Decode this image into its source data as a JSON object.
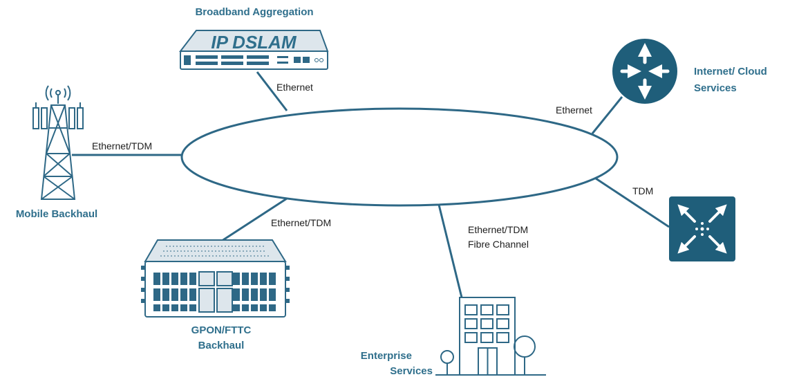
{
  "colors": {
    "primary": "#2f6f8c",
    "line": "#2e6886",
    "text": "#1e1e1e",
    "icon_fill": "#1f5e7a",
    "device_light": "#dde6ec"
  },
  "nodes": {
    "broadband": {
      "title": "Broadband Aggregation",
      "device_text": "IP DSLAM",
      "icon": "ip-dslam-icon"
    },
    "internet": {
      "title_line1": "Internet/ Cloud",
      "title_line2": "Services",
      "icon": "router-icon"
    },
    "mobile": {
      "title": "Mobile Backhaul",
      "icon": "cell-tower-icon"
    },
    "gpon": {
      "title_line1": "GPON/FTTC",
      "title_line2": "Backhaul",
      "icon": "chassis-icon"
    },
    "enterprise": {
      "title_line1": "Enterprise",
      "title_line2": "Services",
      "icon": "office-building-icon"
    },
    "tdm_switch": {
      "icon": "switch-icon"
    }
  },
  "links": {
    "broadband": "Ethernet",
    "internet": "Ethernet",
    "mobile": "Ethernet/TDM",
    "tdm": "TDM",
    "gpon": "Ethernet/TDM",
    "enterprise_line1": "Ethernet/TDM",
    "enterprise_line2": "Fibre Channel"
  }
}
